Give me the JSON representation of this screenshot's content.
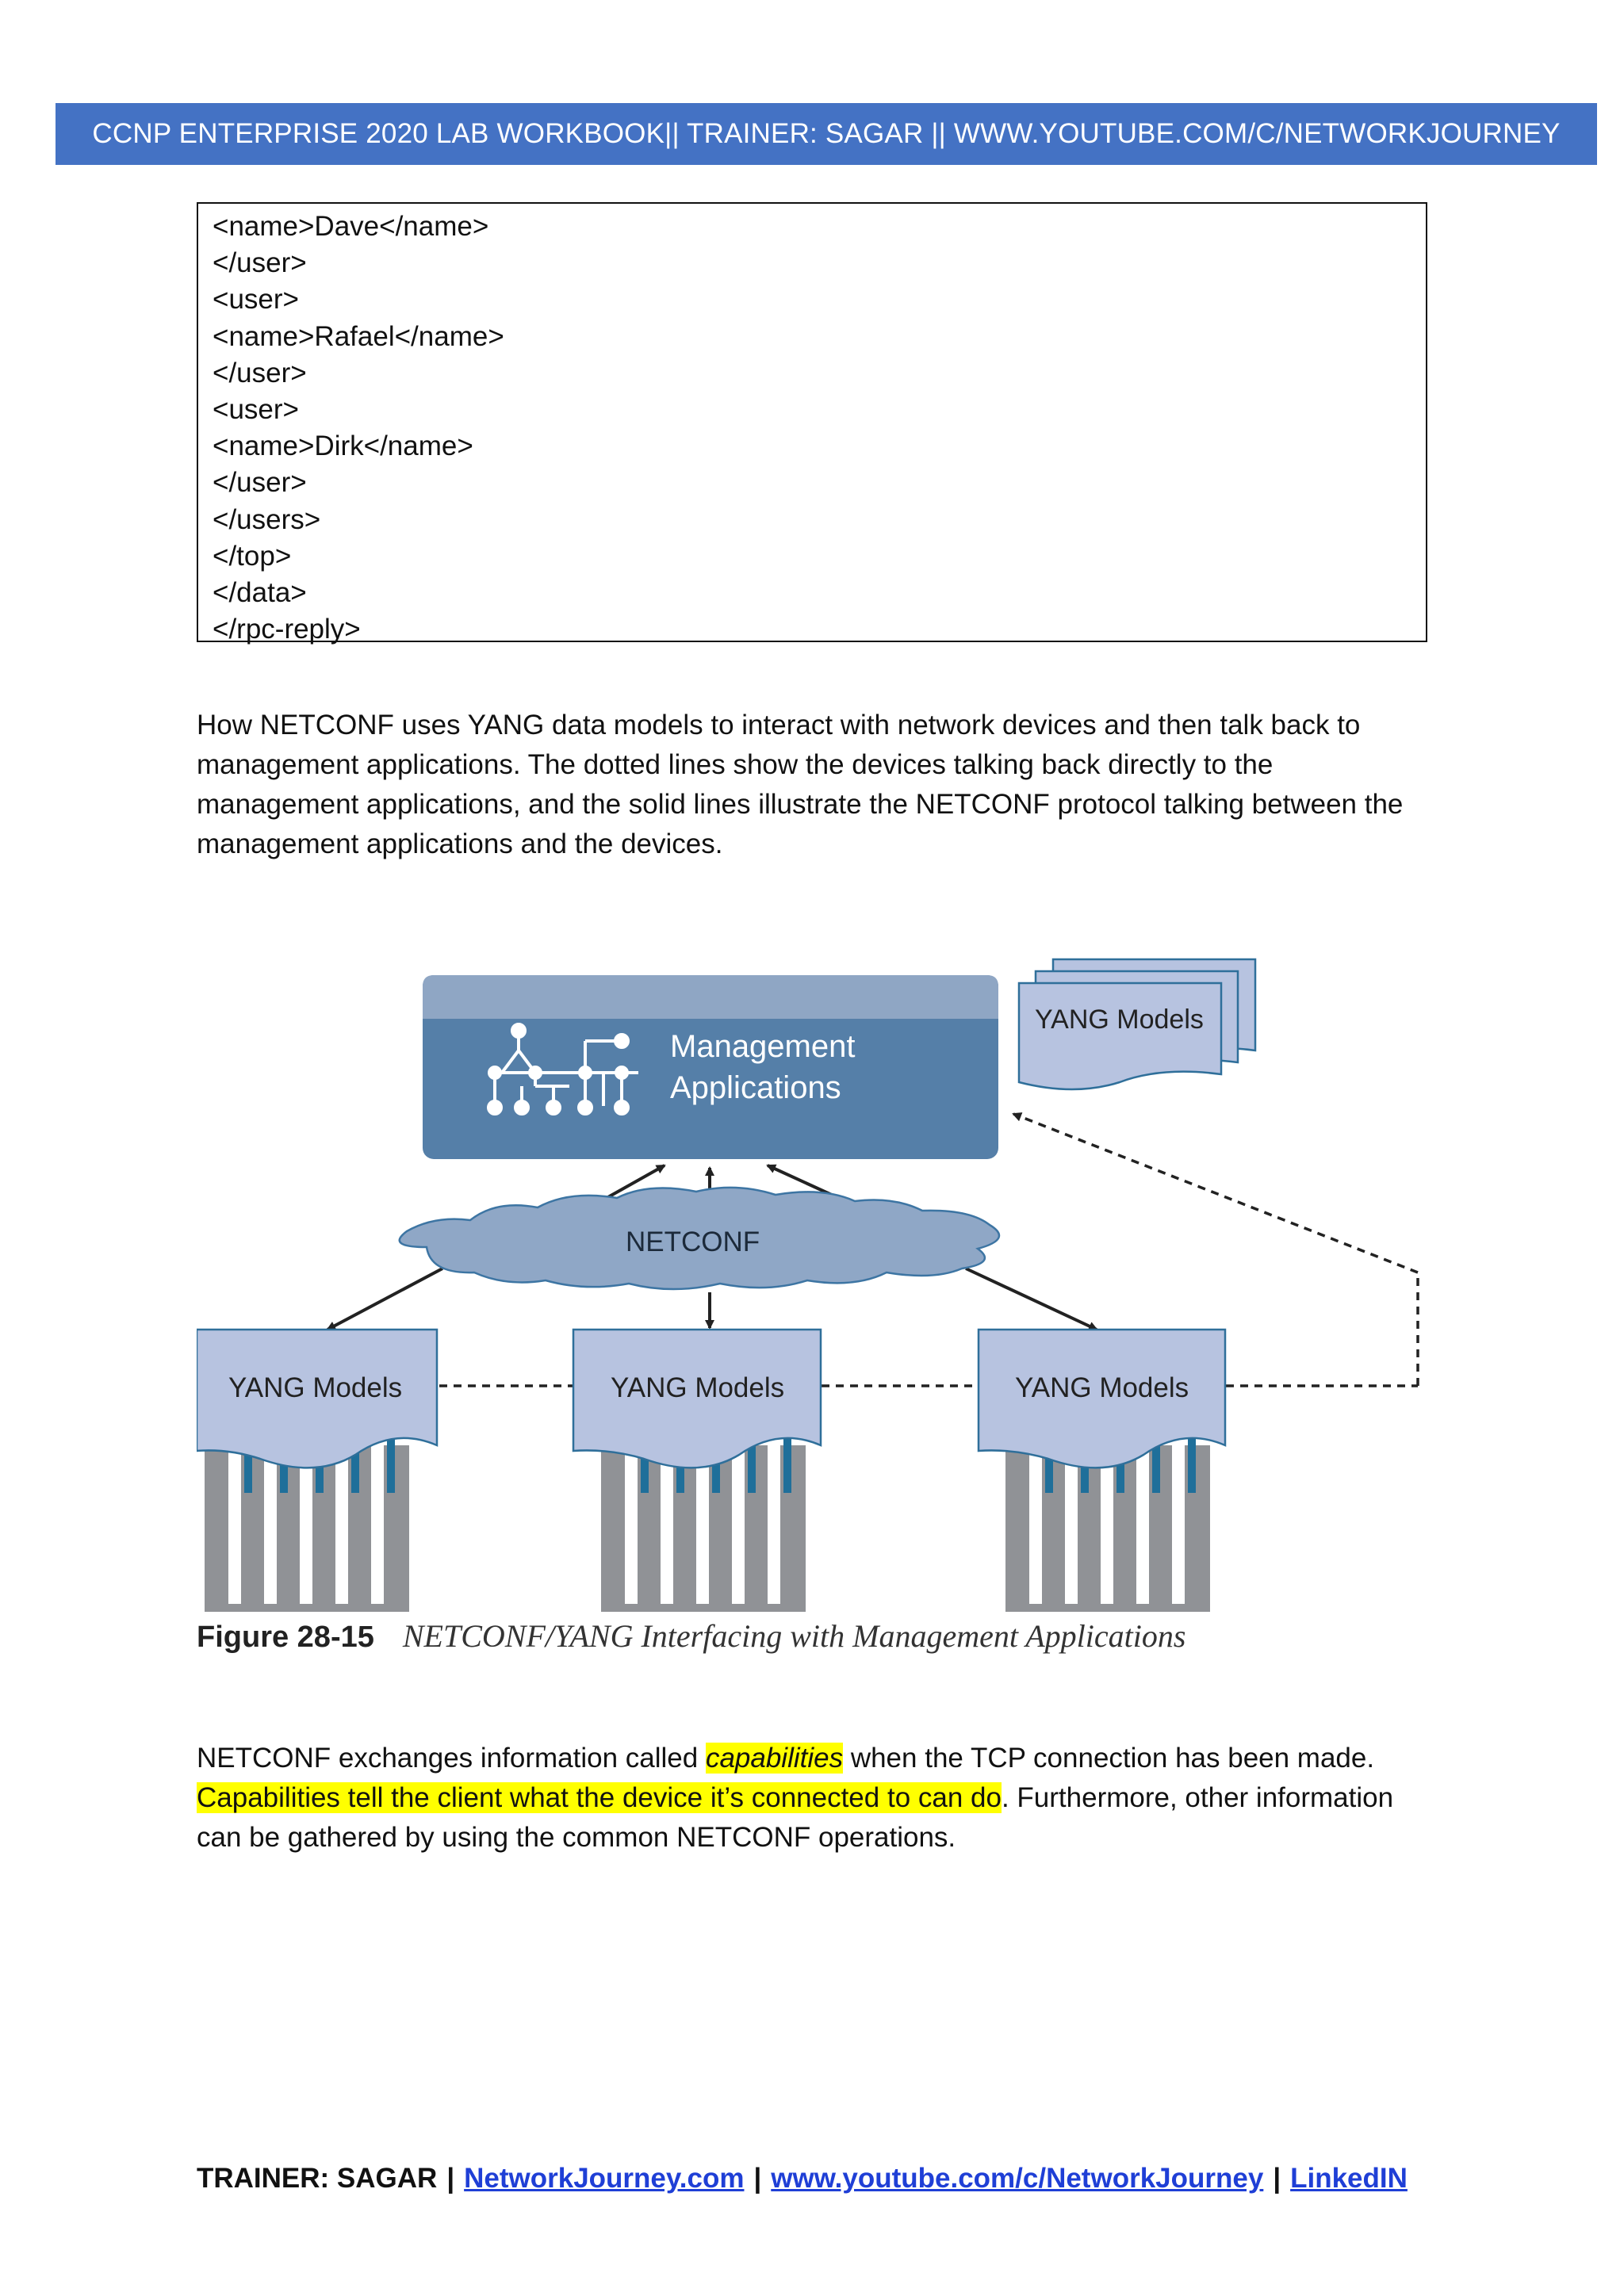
{
  "header": {
    "text": "CCNP ENTERPRISE 2020 LAB WORKBOOK|| TRAINER: SAGAR || WWW.YOUTUBE.COM/C/NETWORKJOURNEY"
  },
  "code_lines": [
    "<name>Dave</name>",
    "</user>",
    "<user>",
    "<name>Rafael</name>",
    "</user>",
    "<user>",
    "<name>Dirk</name>",
    "</user>",
    "</users>",
    "</top>",
    "</data>",
    "</rpc-reply>"
  ],
  "paragraph1": "How NETCONF uses YANG data models to interact with network devices and then talk back to management applications. The dotted lines show the devices talking back directly to the management applications, and the solid lines illustrate the NETCONF protocol talking between the management applications and the devices.",
  "figure": {
    "mgmt_title_line1": "Management",
    "mgmt_title_line2": "Applications",
    "yang_stack_label": "YANG Models",
    "netconf_label": "NETCONF",
    "device_labels": [
      "YANG Models",
      "YANG Models",
      "YANG Models"
    ],
    "caption_number": "Figure 28-15",
    "caption_title": "NETCONF/YANG Interfacing with Management Applications",
    "colors": {
      "mgmt_box": "#557fa8",
      "mgmt_top": "#8fa6c4",
      "yang_fill": "#b7c3e0",
      "cloud_fill": "#8fa7c6",
      "device_gray": "#909296",
      "device_blue": "#1f6f9a"
    }
  },
  "paragraph2": {
    "part1": "NETCONF exchanges information called ",
    "highlight_italic": "capabilities",
    "part2": " when the TCP connection has been made. ",
    "highlight": "Capabilities tell the client what the device it’s connected to can do",
    "part3": ". Furthermore, other information can be gathered by using the common NETCONF operations."
  },
  "footer": {
    "prefix": "TRAINER: SAGAR",
    "sep": "|",
    "link1": "NetworkJourney.com",
    "link2": "www.youtube.com/c/NetworkJourney",
    "link3": "LinkedIN"
  }
}
